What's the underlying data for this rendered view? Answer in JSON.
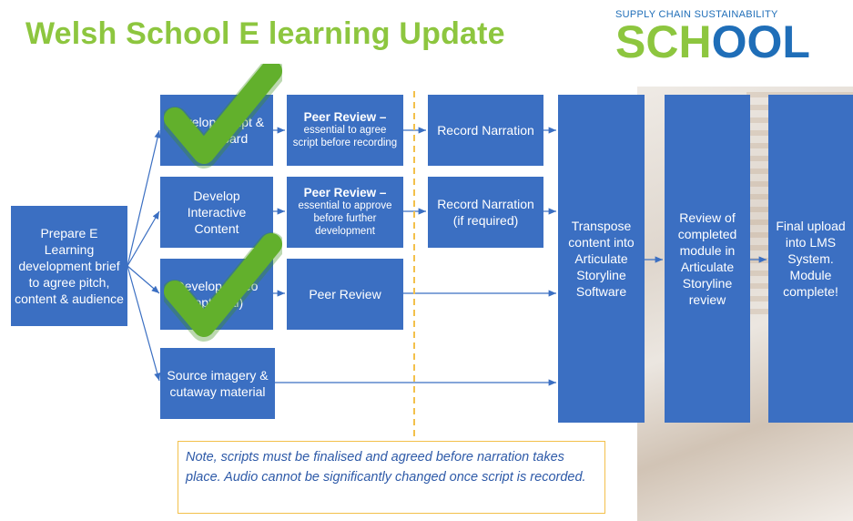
{
  "title": "Welsh School E learning Update",
  "logo": {
    "tagline": "SUPPLY CHAIN SUSTAINABILITY",
    "word_green": "SCH",
    "word_o": "O",
    "word_blue": "OL"
  },
  "colors": {
    "box": "#3b6fc2",
    "title": "#8dc63f",
    "check": "#62b02c",
    "note_border": "#f3c04a",
    "divider": "#f3c04a"
  },
  "boxes": {
    "prepare": "Prepare E Learning development brief to agree pitch, content & audience",
    "script": "Develop Script & Storyboard",
    "interactive": "Develop Interactive Content",
    "video": "Develop Video (optional)",
    "imagery": "Source imagery & cutaway material",
    "peer1_title": "Peer Review –",
    "peer1_body": "essential to agree script before recording",
    "peer2_title": "Peer Review –",
    "peer2_body": "essential to approve before further development",
    "peer3": "Peer Review",
    "record1": "Record Narration",
    "record2": "Record Narration (if required)",
    "transpose": "Transpose content into Articulate Storyline Software",
    "review": "Review of completed module in Articulate Storyline review",
    "final": "Final upload into LMS System. Module complete!"
  },
  "note": "Note, scripts must be finalised and agreed before narration takes place. Audio cannot be significantly changed once script is recorded.",
  "icons": [
    "check-icon",
    "check-icon"
  ]
}
